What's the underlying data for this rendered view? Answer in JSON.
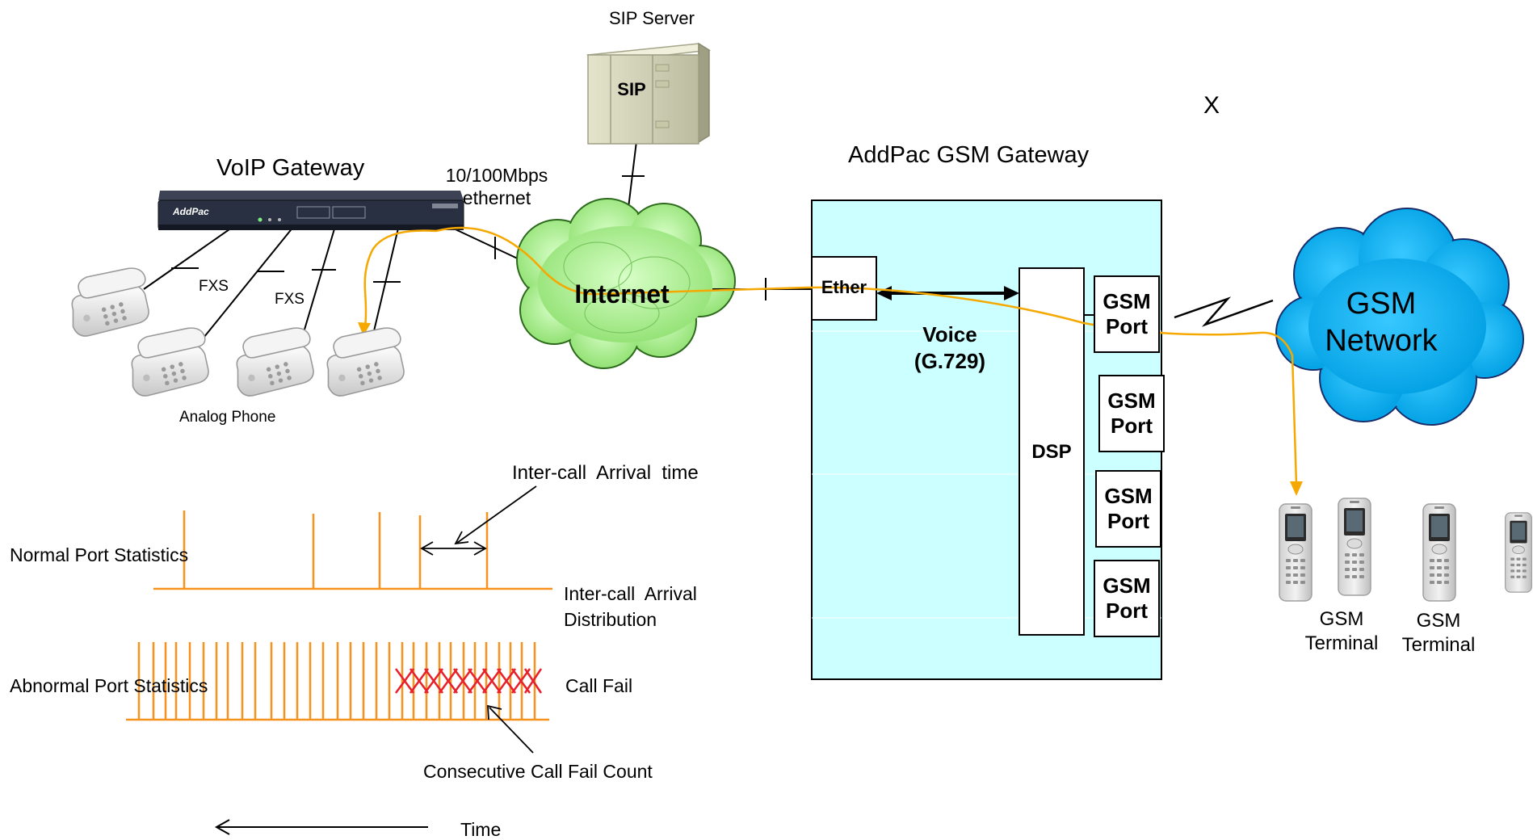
{
  "labels": {
    "sip_server": "SIP Server",
    "sip": "SIP",
    "x_mark": "X",
    "voip_gateway": "VoIP Gateway",
    "ethernet": "10/100Mbps\nethernet",
    "gateway_brand": "AddPac",
    "addpac_gsm_gateway": "AddPac GSM Gateway",
    "internet": "Internet",
    "ether": "Ether",
    "voice": "Voice\n(G.729)",
    "dsp": "DSP",
    "gsm_port": "GSM\nPort",
    "gsm_network": "GSM\nNetwork",
    "fxs_1": "FXS",
    "fxs_2": "FXS",
    "analog_phone": "Analog Phone",
    "gsm_terminal_1": "GSM\nTerminal",
    "gsm_terminal_2": "GSM\nTerminal",
    "inter_call_arrival_time": "Inter-call  Arrival  time",
    "normal_port_statistics": "Normal Port Statistics",
    "inter_call_distribution": "Inter-call  Arrival\nDistribution",
    "abnormal_port_statistics": "Abnormal Port Statistics",
    "call_fail": "Call Fail",
    "consecutive_call_fail_count": "Consecutive Call Fail Count",
    "time": "Time"
  },
  "colors": {
    "call_path": "#f5a800",
    "stat_lines": "#f7921e",
    "fail_marks": "#e8202a",
    "gateway_fill": "#ccffff",
    "internet_cloud": "#a8f08a",
    "gsm_cloud": "#00aeef"
  },
  "icons": [
    "server-icon",
    "gateway-device-icon",
    "phone-icon",
    "mobile-phone-icon",
    "cloud-icon",
    "arrow-icon"
  ]
}
